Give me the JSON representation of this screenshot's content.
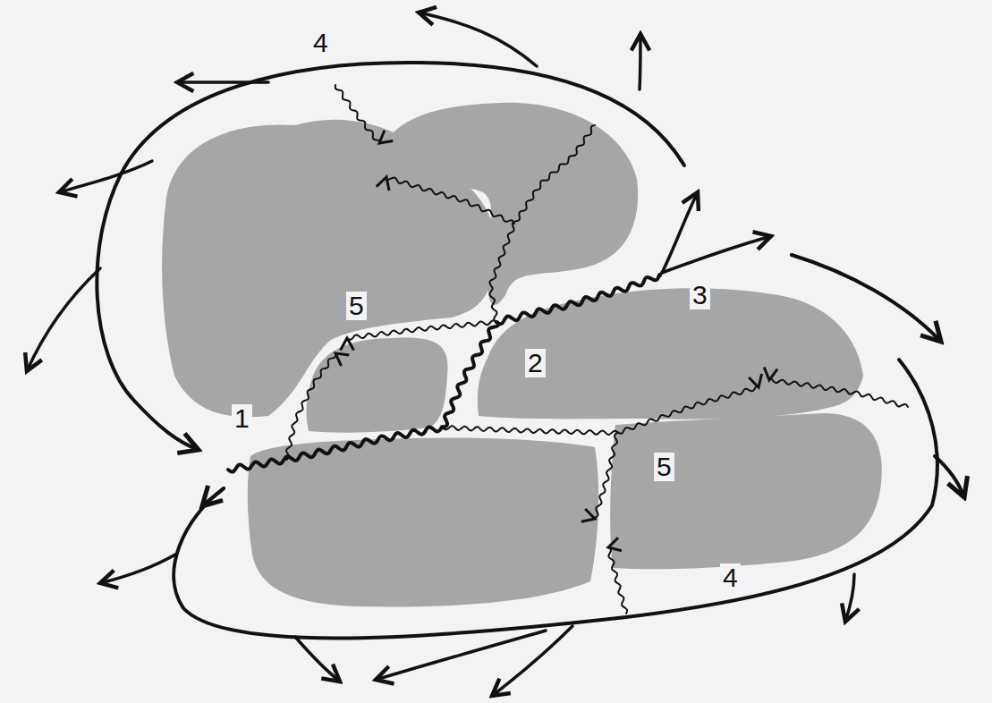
{
  "diagram": {
    "labels": [
      "4",
      "3",
      "5",
      "2",
      "1",
      "5",
      "4"
    ]
  }
}
